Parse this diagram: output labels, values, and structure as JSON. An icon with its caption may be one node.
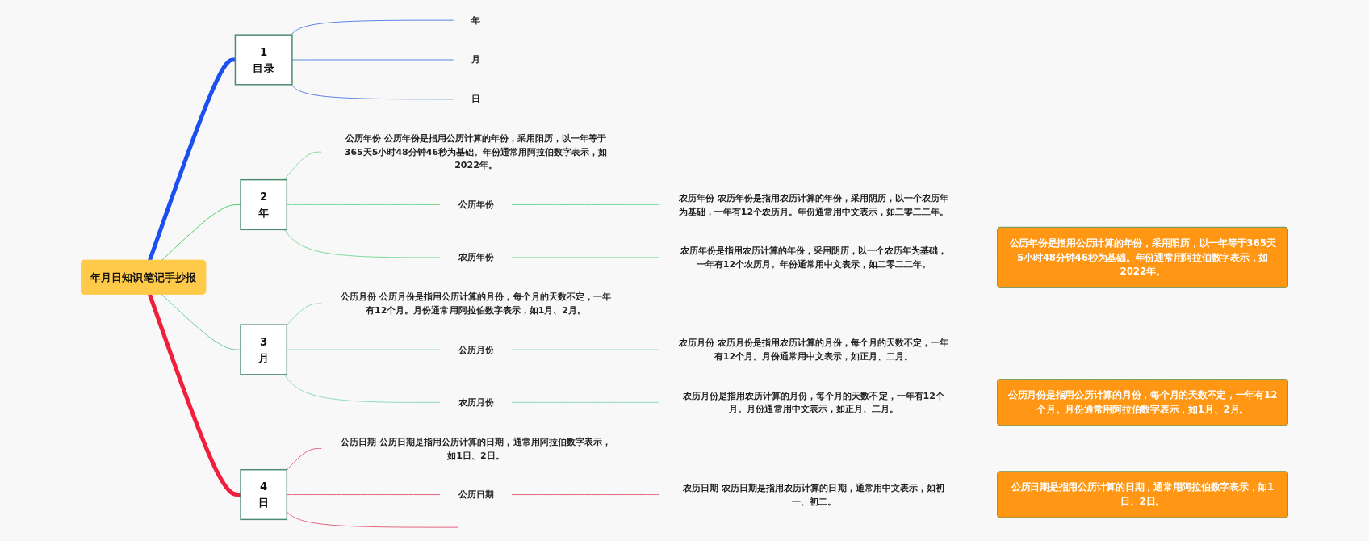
{
  "diagram": {
    "nodes": [
      {
        "text": [
          "年月日知识笔记手抄报"
        ]
      },
      {
        "text": [
          "1",
          "目录"
        ]
      },
      {
        "text": [
          "年"
        ]
      },
      {
        "text": [
          "月"
        ]
      },
      {
        "text": [
          "日"
        ]
      },
      {
        "text": [
          "2",
          "年"
        ]
      },
      {
        "text": [
          "公历年份 公历年份是指用公历计算的年份，采用阳历，以一年等于365天5小时48分钟46秒为基础。年份通常用阿拉伯数字表示，如2022年。"
        ]
      },
      {
        "text": [
          "公历年份"
        ]
      },
      {
        "text": [
          "农历年份 农历年份是指用农历计算的年份，采用阴历，以一个农历年为基础，一年有12个农历月。年份通常用中文表示，如二零二二年。"
        ]
      },
      {
        "text": [
          "农历年份"
        ]
      },
      {
        "text": [
          "农历年份是指用农历计算的年份，采用阴历，以一个农历年为基础，一年有12个农历月。年份通常用中文表示，如二零二二年。"
        ]
      },
      {
        "text": [
          "3",
          "月"
        ]
      },
      {
        "text": [
          "公历月份 公历月份是指用公历计算的月份，每个月的天数不定，一年有12个月。月份通常用阿拉伯数字表示，如1月、2月。"
        ]
      },
      {
        "text": [
          "公历月份"
        ]
      },
      {
        "text": [
          "农历月份 农历月份是指用农历计算的月份，每个月的天数不定，一年有12个月。月份通常用中文表示，如正月、二月。"
        ]
      },
      {
        "text": [
          "农历月份"
        ]
      },
      {
        "text": [
          "农历月份是指用农历计算的月份，每个月的天数不定，一年有12个月。月份通常用中文表示，如正月、二月。"
        ]
      },
      {
        "text": [
          "4",
          "日"
        ]
      },
      {
        "text": [
          "公历日期 公历日期是指用公历计算的日期，通常用阿拉伯数字表示，如1日、2日。"
        ]
      },
      {
        "text": [
          "公历日期"
        ]
      },
      {
        "text": [
          "农历日期 农历日期是指用农历计算的日期，通常用中文表示，如初一、初二。"
        ]
      },
      {
        "text": [
          "公历年份是指用公历计算的年份，采用阳历，以一年等于365天5小时48分钟46秒为基础。年份通常用阿拉伯数字表示，如2022年。"
        ]
      },
      {
        "text": [
          "公历月份是指用公历计算的月份，每个月的天数不定，一年有12个月。月份通常用阿拉伯数字表示，如1月、2月。"
        ]
      },
      {
        "text": [
          "公历日期是指用公历计算的日期，通常用阿拉伯数字表示，如1日、2日。"
        ]
      }
    ],
    "edges": [
      {
        "from": 0,
        "to": 1,
        "arrow": "none",
        "style": "thick",
        "color": "#1a4ff0"
      },
      {
        "from": 1,
        "to": 2,
        "arrow": "none",
        "color": "#4a74e0"
      },
      {
        "from": 1,
        "to": 3,
        "arrow": "none",
        "color": "#4a74e0"
      },
      {
        "from": 1,
        "to": 4,
        "arrow": "none",
        "color": "#4a74e0"
      },
      {
        "from": 0,
        "to": 5,
        "arrow": "none",
        "color": "#2ecc55"
      },
      {
        "from": 5,
        "to": 6,
        "arrow": "none",
        "color": "#6fd68a"
      },
      {
        "from": 5,
        "to": 7,
        "arrow": "none",
        "color": "#6fd68a"
      },
      {
        "from": 7,
        "to": 8,
        "arrow": "none",
        "color": "#6fd68a"
      },
      {
        "from": 5,
        "to": 9,
        "arrow": "none",
        "color": "#6fd68a"
      },
      {
        "from": 9,
        "to": 10,
        "arrow": "none",
        "color": "#6fd68a"
      },
      {
        "from": 0,
        "to": 11,
        "arrow": "none",
        "color": "#5cc4b0"
      },
      {
        "from": 11,
        "to": 12,
        "arrow": "none",
        "color": "#7fd4c0"
      },
      {
        "from": 11,
        "to": 13,
        "arrow": "none",
        "color": "#7fd4c0"
      },
      {
        "from": 13,
        "to": 14,
        "arrow": "none",
        "color": "#7fd4c0"
      },
      {
        "from": 11,
        "to": 15,
        "arrow": "none",
        "color": "#7fd4c0"
      },
      {
        "from": 15,
        "to": 16,
        "arrow": "none",
        "color": "#7fd4c0"
      },
      {
        "from": 0,
        "to": 17,
        "arrow": "none",
        "style": "thick",
        "color": "#f0203c"
      },
      {
        "from": 17,
        "to": 18,
        "arrow": "none",
        "color": "#e05070"
      },
      {
        "from": 17,
        "to": 19,
        "arrow": "none",
        "color": "#e05070"
      },
      {
        "from": 19,
        "to": 20,
        "arrow": "none",
        "color": "#e05070"
      },
      {
        "from": 17,
        "to": null,
        "arrow": "none",
        "color": "#e05070"
      }
    ]
  }
}
